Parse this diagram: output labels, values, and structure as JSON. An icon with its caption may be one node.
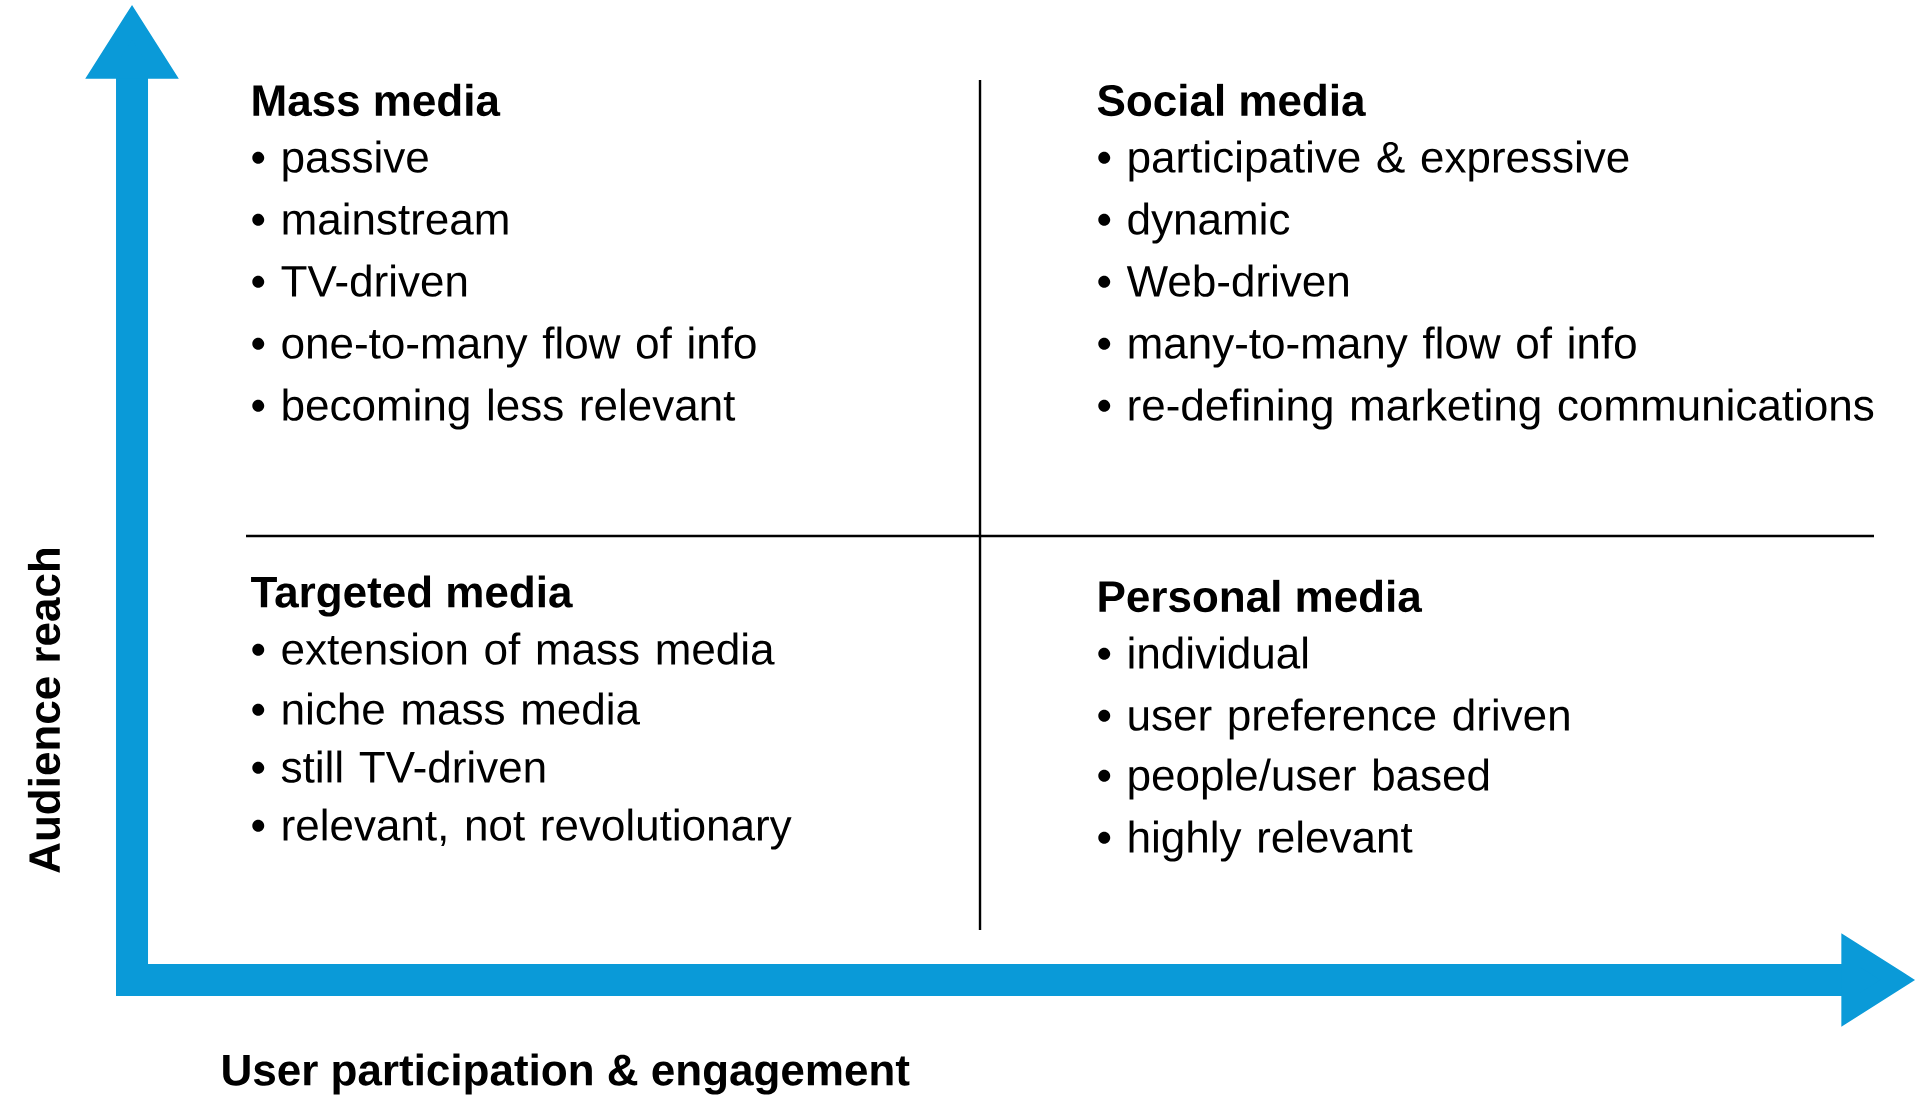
{
  "diagram": {
    "labels": [
      "Mass media",
      "• passive",
      "• mainstream",
      "• TV-driven",
      "• one-to-many flow of info",
      "• becoming less relevant",
      "Social media",
      "• participative & expressive",
      "• dynamic",
      "• Web-driven",
      "• many-to-many flow of info",
      "• re-defining marketing communications",
      "Targeted media",
      "• extension of mass media",
      "• niche mass media",
      "• still TV-driven",
      "• relevant, not revolutionary",
      "Personal media",
      "• individual",
      "• user preference driven",
      "• people/user based",
      "• highly relevant",
      "Audience reach",
      "User participation & engagement"
    ]
  }
}
